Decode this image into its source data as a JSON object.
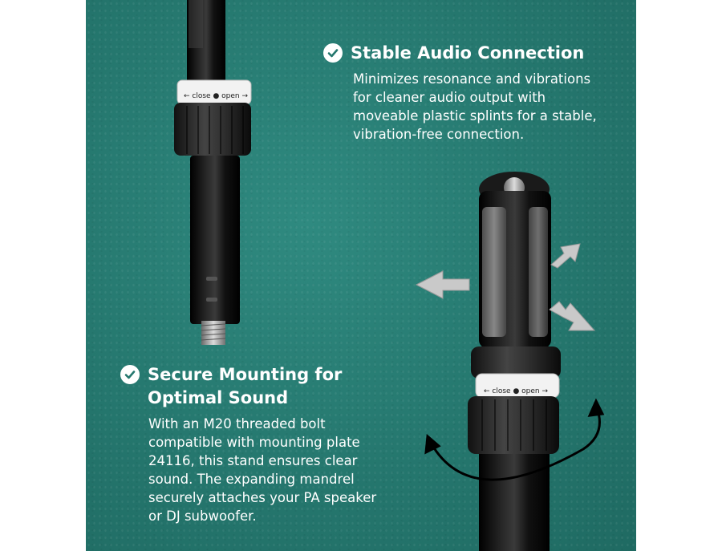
{
  "features": [
    {
      "title": "Stable Audio Connection",
      "body": "Minimizes resonance and vibrations for cleaner audio output with moveable plastic splints for a stable, vibration-free connection.",
      "icon": "check-circle-icon"
    },
    {
      "title": "Secure Mounting for Optimal Sound",
      "body": "With an M20 threaded bolt compatible with mounting plate 24116, this stand ensures clear sound. The expanding mandrel securely attaches your PA speaker or DJ subwoofer.",
      "icon": "check-circle-icon"
    }
  ],
  "clamp_label": {
    "close": "close",
    "open": "open"
  },
  "colors": {
    "background": "#25776e",
    "text": "#ffffff",
    "pole": "#111111",
    "arrows": "#c9c9c9"
  }
}
